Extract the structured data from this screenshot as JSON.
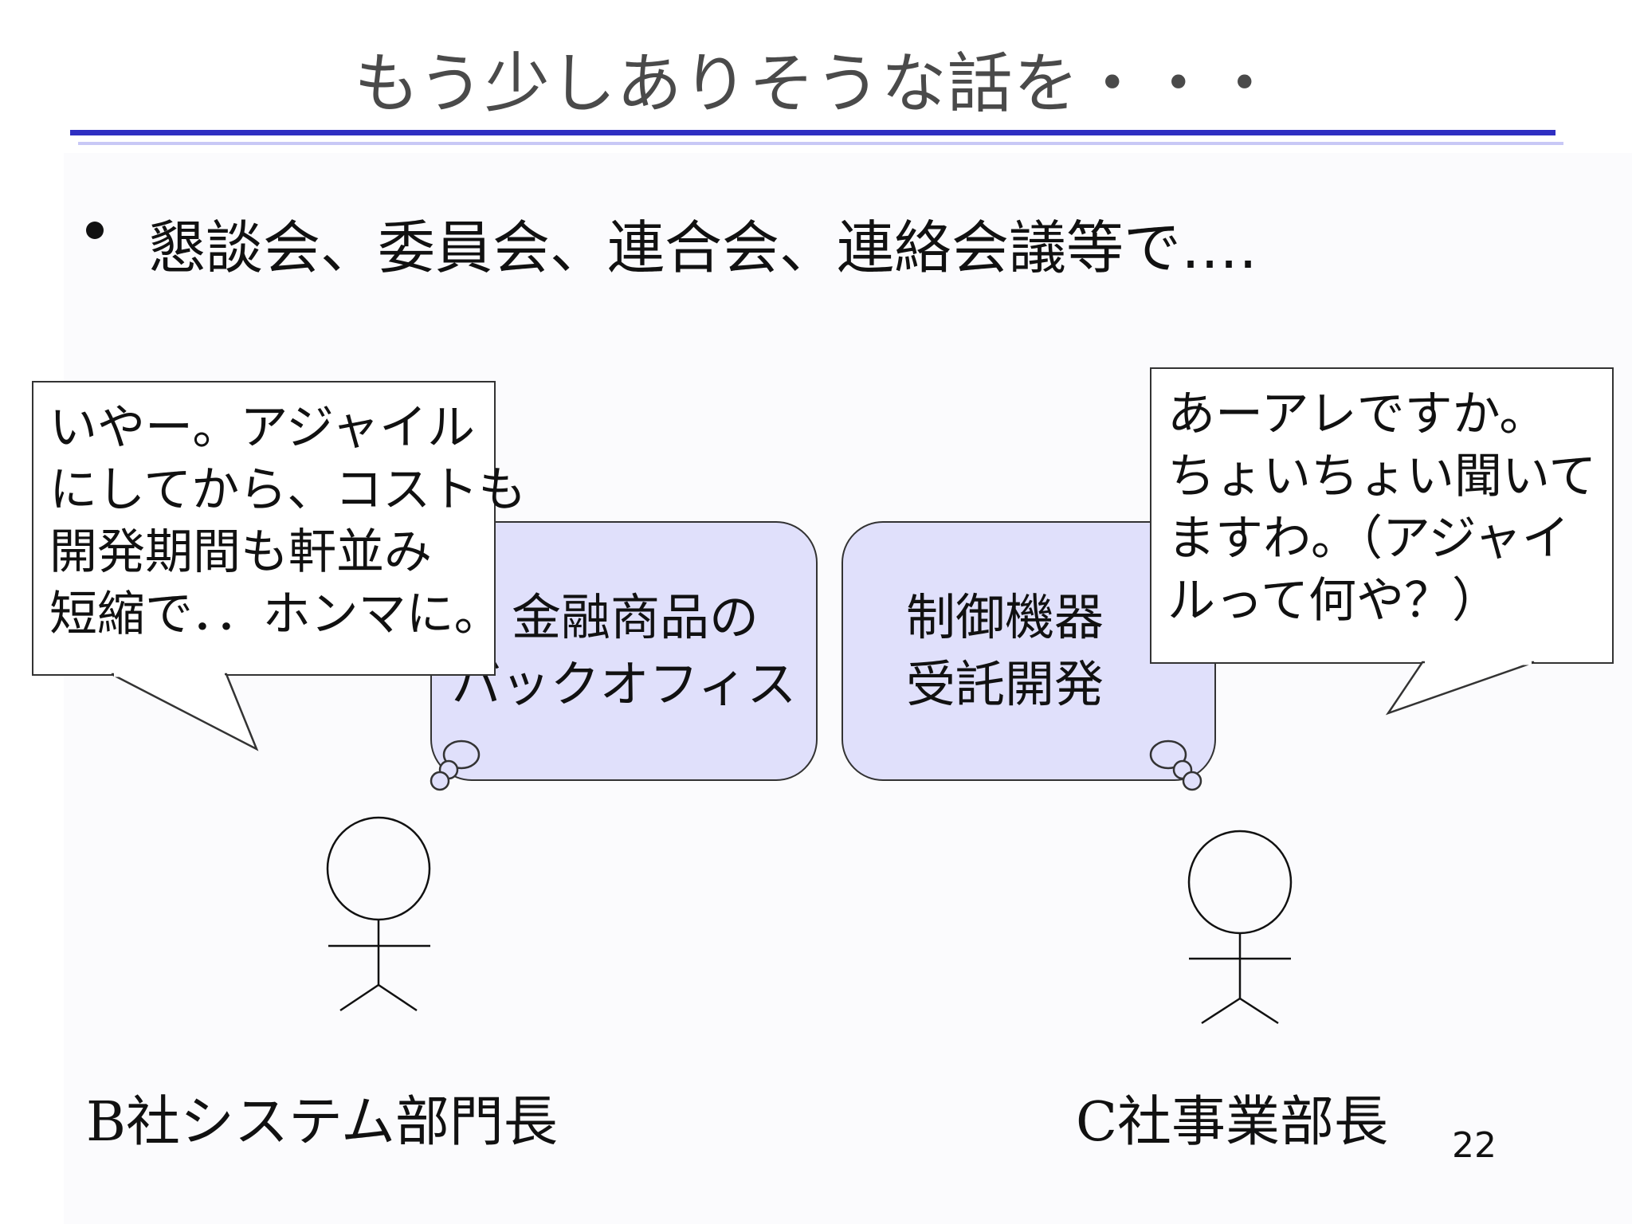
{
  "title": "もう少しありそうな話を・・・",
  "bullet": "懇談会、委員会、連合会、連絡会議等で‥‥",
  "thought_bubbles": {
    "left": {
      "lines": [
        "金融商品の",
        "バックオフィス"
      ]
    },
    "right": {
      "lines": [
        "制御機器",
        "受託開発"
      ]
    }
  },
  "speech_bubbles": {
    "left": {
      "lines": [
        "いやー。アジャイル",
        "にしてから、コストも",
        "開発期間も軒並み",
        "短縮で．．ホンマに。"
      ]
    },
    "right": {
      "lines": [
        "あーアレですか。",
        "ちょいちょい聞いて",
        "ますわ。（アジャイ",
        "ルって何や？）"
      ]
    }
  },
  "actors": {
    "left": {
      "label": "B社システム部門長"
    },
    "right": {
      "label": "C社事業部長"
    }
  },
  "page_number": "22",
  "colors": {
    "title_rule": "#2f2fc2",
    "title_rule_light": "#c8c8f6",
    "thought_fill": "#e0e0fb"
  }
}
